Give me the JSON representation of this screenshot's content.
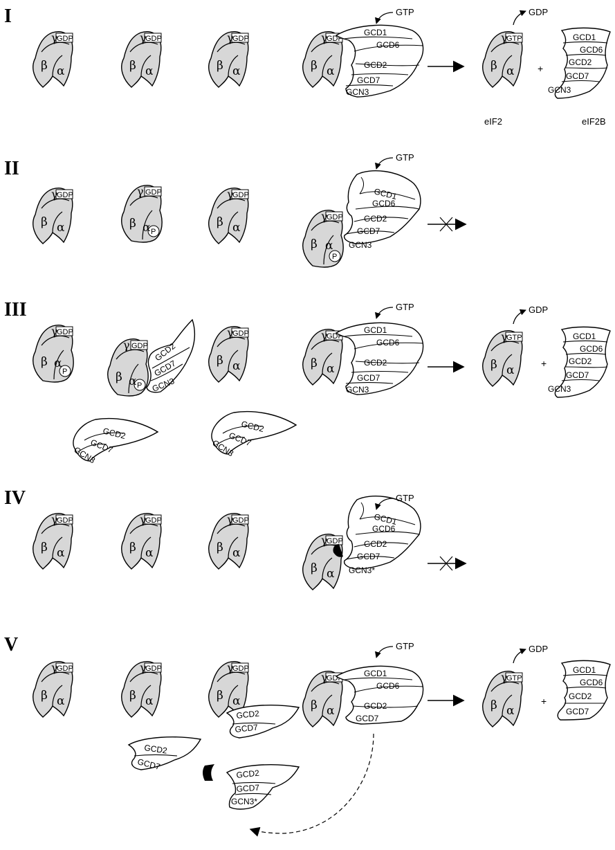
{
  "colors": {
    "eif2_fill": "#d7d7d7",
    "outline": "#000000",
    "background": "#ffffff",
    "mutation_mark": "#000000"
  },
  "panels": [
    {
      "label": "I",
      "gtp": "GTP",
      "gdp": "GDP",
      "outcome": "arrow",
      "labels_out": [
        "eIF2",
        "eIF2B"
      ]
    },
    {
      "label": "II",
      "gtp": "GTP",
      "outcome": "blocked"
    },
    {
      "label": "III",
      "gtp": "GTP",
      "gdp": "GDP",
      "outcome": "arrow"
    },
    {
      "label": "IV",
      "gtp": "GTP",
      "outcome": "blocked"
    },
    {
      "label": "V",
      "gtp": "GTP",
      "gdp": "GDP",
      "outcome": "arrow"
    }
  ],
  "eif2": {
    "gamma": "γ",
    "beta": "β",
    "alpha": "α",
    "gdp": "GDP",
    "gtp": "GTP",
    "phospho": "P"
  },
  "eif2b": {
    "gcd1": "GCD1",
    "gcd6": "GCD6",
    "gcd2": "GCD2",
    "gcd7": "GCD7",
    "gcn3": "GCN3",
    "gcn3_mut": "GCN3*"
  },
  "symbols": {
    "plus": "+"
  }
}
